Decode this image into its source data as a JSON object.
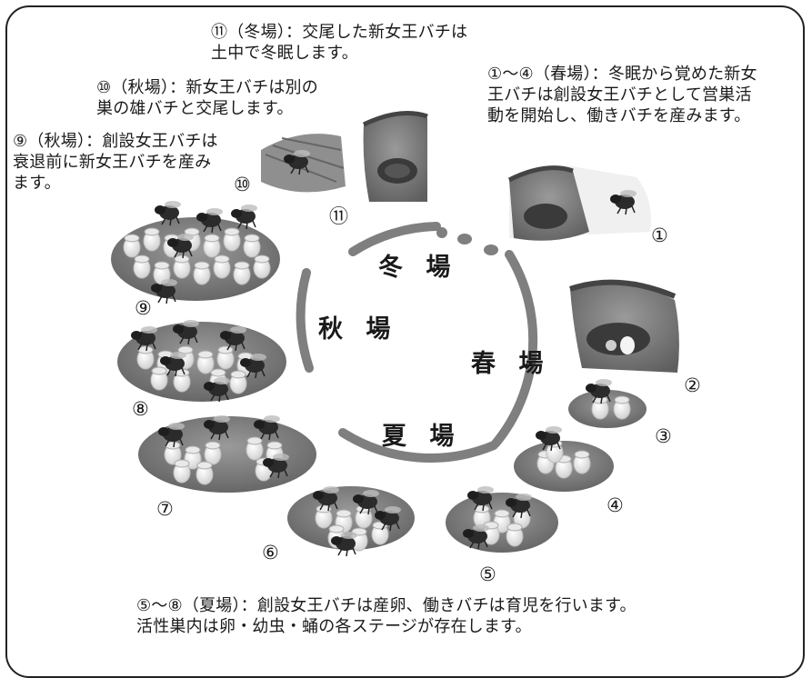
{
  "captions": {
    "winter_cap": "⑪（冬場）：交尾した新女王バチは\n土中で冬眠します。",
    "autumn_mating_cap": "⑩（秋場）：新女王バチは別の\n巣の雄バチと交尾します。",
    "autumn_birth_cap": "⑨（秋場）：創設女王バチは\n衰退前に新女王バチを産み\nます。",
    "spring_cap": "①～④（春場）：冬眠から覚めた新女\n王バチは創設女王バチとして営巣活\n動を開始し、働きバチを産みます。",
    "summer_cap": "⑤～⑧（夏場）：創設女王バチは産卵、働きバチは育児を行います。\n活性巣内は卵・幼虫・蛹の各ステージが存在します。"
  },
  "seasons": {
    "winter": "冬 場",
    "spring": "春 場",
    "summer": "夏 場",
    "autumn": "秋 場"
  },
  "stage_numbers": [
    "①",
    "②",
    "③",
    "④",
    "⑤",
    "⑥",
    "⑦",
    "⑧",
    "⑨",
    "⑩",
    "⑪"
  ],
  "colors": {
    "ring": "#7f7f7f",
    "soil": "#6e6e6e",
    "comb": "#f2f2f2",
    "bee": "#2b2b2b"
  }
}
